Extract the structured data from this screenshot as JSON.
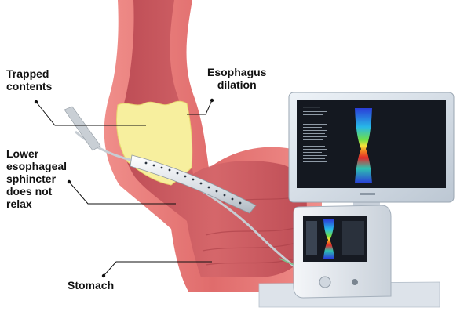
{
  "labels": {
    "trapped_contents": [
      "Trapped",
      "contents"
    ],
    "esophagus_dilation": [
      "Esophagus",
      "dilation"
    ],
    "lower_sphincter": [
      "Lower",
      "esophageal",
      "sphincter",
      "does not",
      "relax"
    ],
    "stomach": "Stomach"
  },
  "icons": [
    "esophagus-illustration",
    "catheter-probe",
    "manometry-monitor",
    "manometry-console",
    "pressure-topography-plot"
  ],
  "colors": {
    "tissue_outer": "#e97a78",
    "tissue_inner": "#b84a4e",
    "tissue_lumen": "#c9565a",
    "trapped_contents": "#f7ef9e",
    "monitor_frame": "#d9e1ea",
    "monitor_screen": "#141820",
    "console_body": "#e7ebf0",
    "leader_line": "#111111"
  }
}
